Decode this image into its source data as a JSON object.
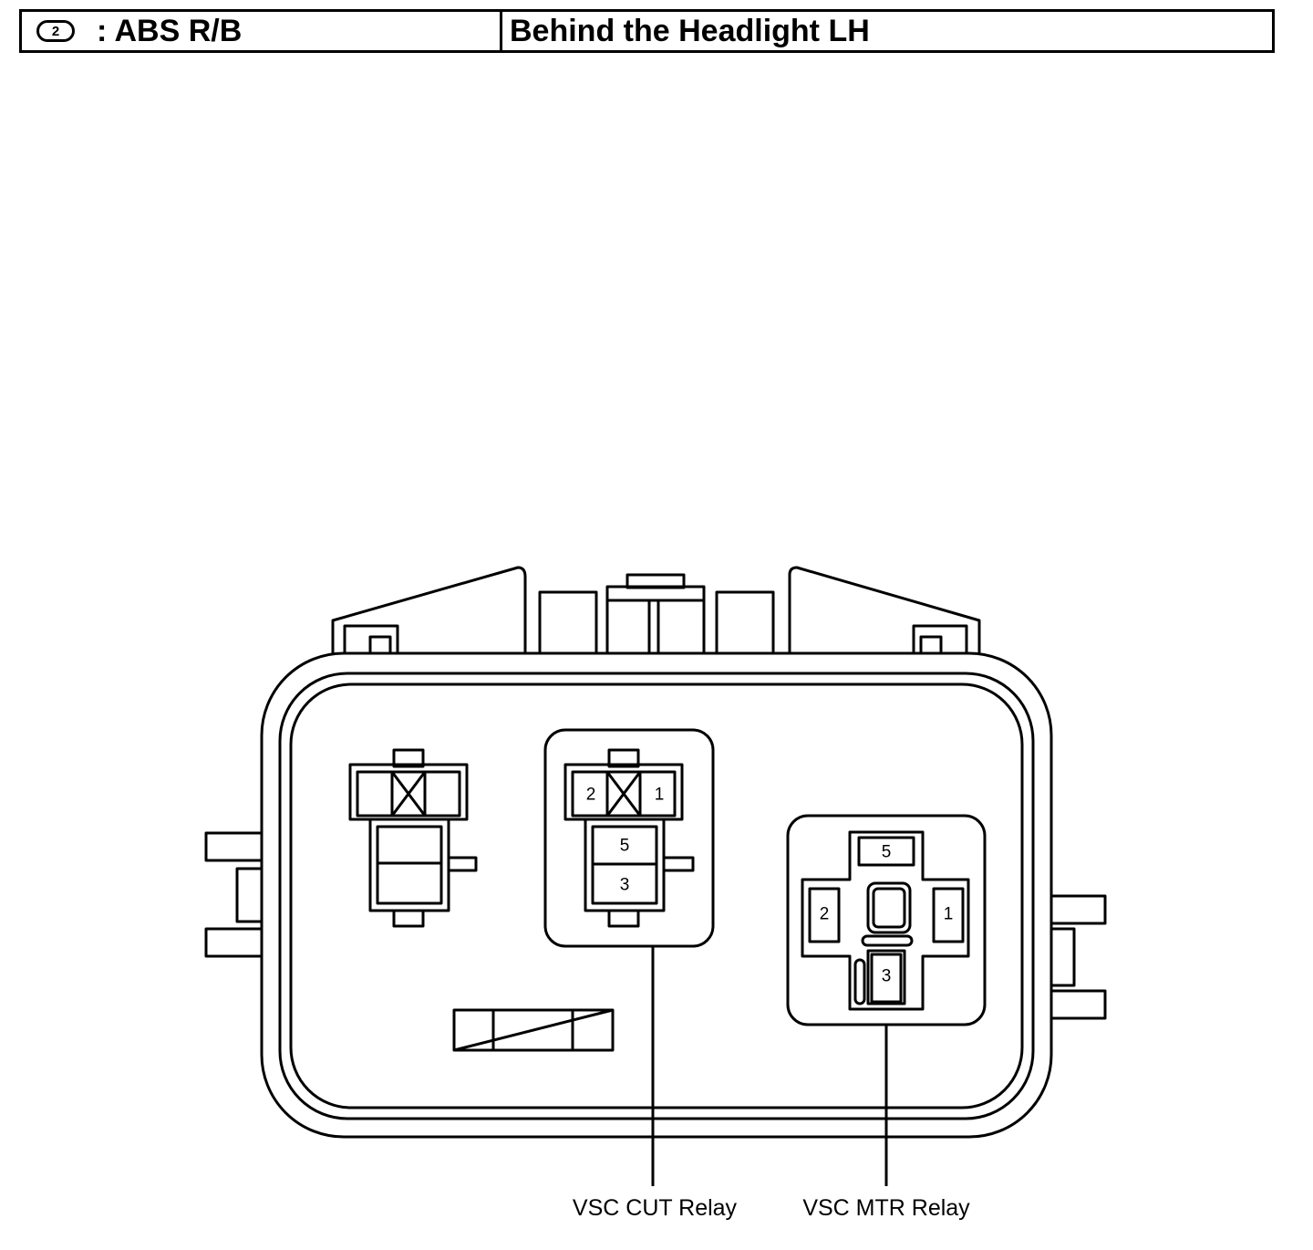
{
  "header": {
    "circle_number": "2",
    "block_code": ": ABS R/B",
    "location": "Behind the Headlight LH"
  },
  "cut_relay": {
    "pins": {
      "top_left": "2",
      "top_right": "1",
      "middle": "5",
      "bottom": "3"
    }
  },
  "mtr_relay": {
    "pins": {
      "top": "5",
      "left": "2",
      "right": "1",
      "bottom": "3"
    }
  },
  "callouts": {
    "vsc_cut_relay": "VSC CUT Relay",
    "vsc_mtr_relay": "VSC MTR Relay"
  }
}
